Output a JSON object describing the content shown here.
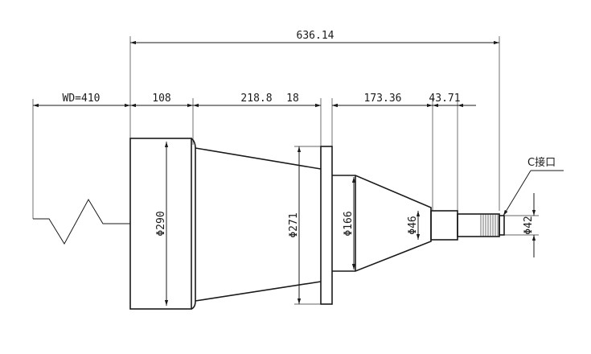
{
  "dimensions": {
    "overall_length": "636.14",
    "working_distance": "WD=410",
    "seg_front": "108",
    "seg_cone": "218.8",
    "seg_flange": "18",
    "seg_taper": "173.36",
    "seg_neck": "43.71"
  },
  "diameters": {
    "front": "Φ290",
    "flange": "Φ271",
    "taper_start": "Φ166",
    "neck": "Φ46",
    "mount": "Φ42"
  },
  "mount_label": "C接口"
}
